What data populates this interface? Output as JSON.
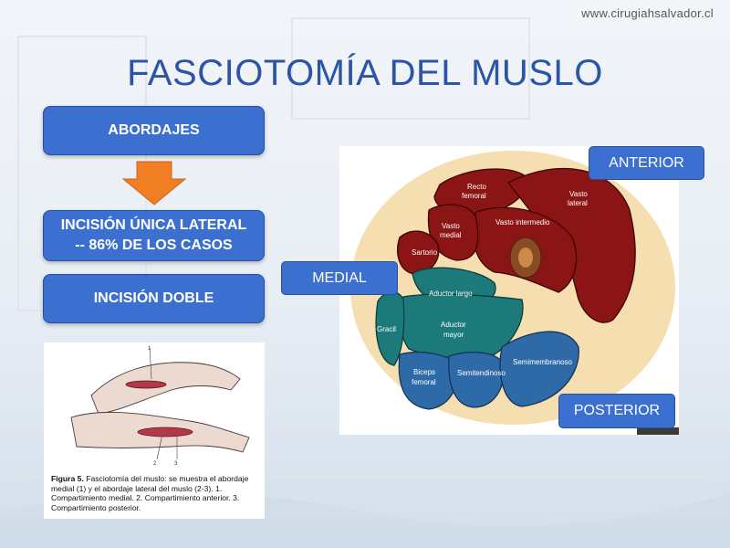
{
  "header": {
    "site_url": "www.cirugiahsalvador.cl"
  },
  "title": "FASCIOTOMÍA DEL MUSLO",
  "flow": {
    "abordajes": "ABORDAJES",
    "unica_line1": "INCISIÓN ÚNICA LATERAL",
    "unica_line2": "-- 86% DE LOS CASOS",
    "doble": "INCISIÓN DOBLE"
  },
  "orientation_labels": {
    "anterior": "ANTERIOR",
    "medial": "MEDIAL",
    "posterior": "POSTERIOR"
  },
  "figure": {
    "caption_bold": "Figura 5.",
    "caption_text": " Fasciotomía del muslo: se muestra el abordaje medial (1) y el abordaje lateral del muslo (2-3). 1. Compartimiento medial. 2. Compartimiento anterior. 3. Compartimiento posterior.",
    "markers": [
      "1",
      "2",
      "3"
    ]
  },
  "anatomy": {
    "recto_femoral_1": "Recto",
    "recto_femoral_2": "femoral",
    "vasto_lateral_1": "Vasto",
    "vasto_lateral_2": "lateral",
    "vasto_medial_1": "Vasto",
    "vasto_medial_2": "medial",
    "vasto_intermedio": "Vasto intermedio",
    "sartorio": "Sartorio",
    "aductor_largo": "Aductor largo",
    "aductor_mayor_1": "Aductor",
    "aductor_mayor_2": "mayor",
    "gracil": "Gracil",
    "biceps_femoral_1": "Biceps",
    "biceps_femoral_2": "femoral",
    "semitendinoso": "Semitendinoso",
    "semimembranoso": "Semimembranoso",
    "colors": {
      "anterior": "#8b1414",
      "medial": "#1c7a7a",
      "posterior": "#2f6aa8",
      "skin": "#f5deb0",
      "bone": "#8a4a22"
    }
  },
  "theme": {
    "box_blue": "#3b6fd0",
    "title_blue": "#2b55a7",
    "arrow_orange": "#ef7f22"
  }
}
